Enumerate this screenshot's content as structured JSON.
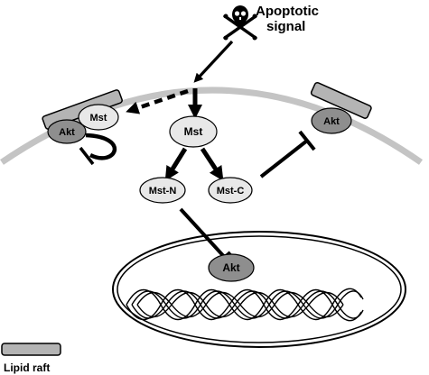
{
  "signal": {
    "line1": "Apoptotic",
    "line2": "signal",
    "icon": "skull-crossbones-icon"
  },
  "nodes": {
    "mst_center": "Mst",
    "mst_membrane": "Mst",
    "akt_left": "Akt",
    "akt_right": "Akt",
    "mst_n": "Mst-N",
    "mst_c": "Mst-C",
    "akt_nucleus": "Akt"
  },
  "legend": {
    "label": "Lipid raft"
  },
  "colors": {
    "membrane": "#c4c4c4",
    "node_light": "#e8e8e8",
    "node_dark": "#8e8e8e",
    "raft": "#b4b4b4",
    "line": "#000000"
  }
}
